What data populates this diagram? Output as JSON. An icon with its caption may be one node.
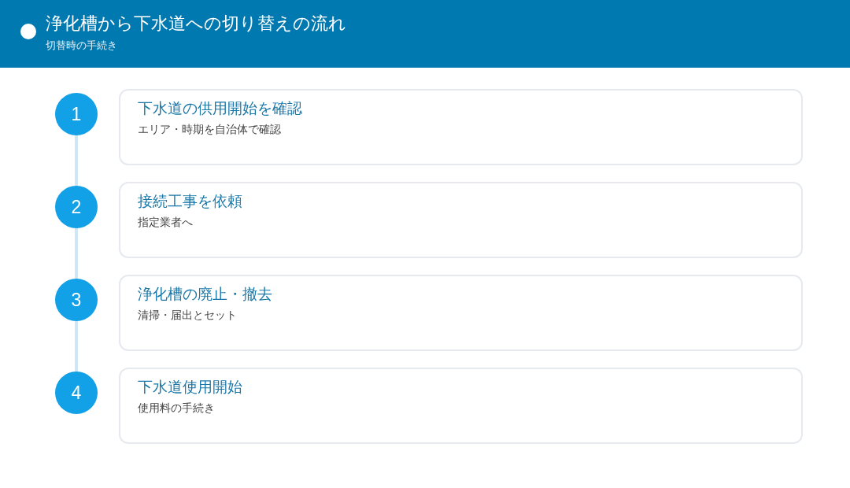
{
  "diagram": {
    "title": "浄化槽から下水道への切り替えの流れ",
    "nodes": [
      {
        "text": [
          "1"
        ]
      },
      {
        "text": [
          "下水道の供用開始を確認",
          "エリア・時期を自治体で確認"
        ]
      },
      {
        "text": [
          "2"
        ]
      },
      {
        "text": [
          "接続工事を依頼",
          "指定業者へ"
        ]
      },
      {
        "text": [
          "3"
        ]
      },
      {
        "text": [
          "浄化槽の廃止・撤去",
          "清掃・届出とセット"
        ]
      },
      {
        "text": [
          "4"
        ]
      },
      {
        "text": [
          "下水道使用開始",
          "使用料の手続き"
        ]
      }
    ],
    "edges": [
      {
        "from": 0,
        "to": 2,
        "arrow": "none"
      },
      {
        "from": 2,
        "to": 4,
        "arrow": "none"
      },
      {
        "from": 4,
        "to": 6,
        "arrow": "none"
      }
    ],
    "labels": [
      "切替時の手続き"
    ]
  }
}
